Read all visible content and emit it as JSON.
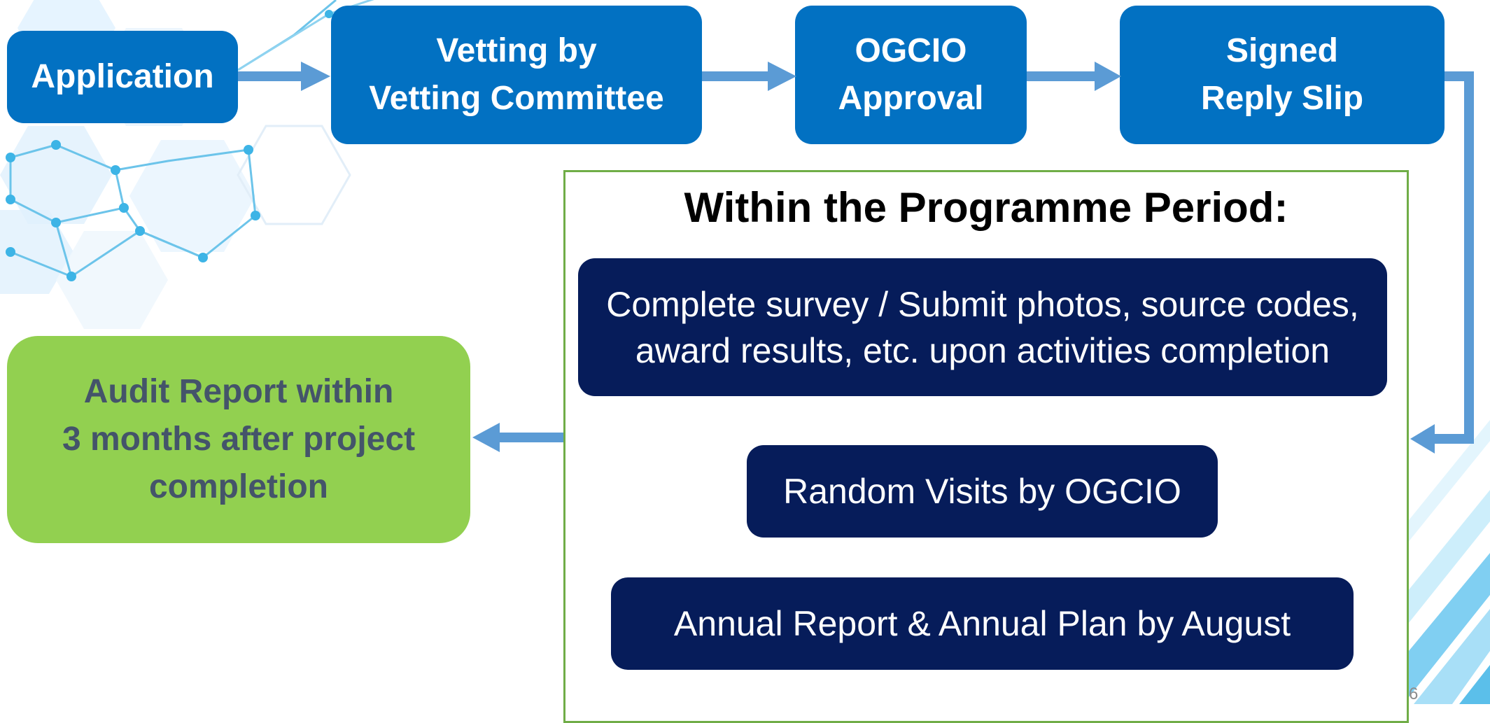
{
  "flow": {
    "application": "Application",
    "vetting": [
      "Vetting by",
      "Vetting Committee"
    ],
    "ogcio_approval": [
      "OGCIO",
      "Approval"
    ],
    "signed_reply": [
      "Signed",
      "Reply Slip"
    ]
  },
  "programme_period": {
    "title": "Within the Programme Period:",
    "items": [
      [
        "Complete survey / Submit photos, source codes,",
        "award results, etc. upon activities completion"
      ],
      [
        "Random Visits by OGCIO"
      ],
      [
        "Annual Report & Annual Plan by August"
      ]
    ]
  },
  "audit": [
    "Audit Report within",
    "3 months after project",
    "completion"
  ],
  "page_number": "6",
  "colors": {
    "top_box": "#0271c2",
    "navy_box": "#061c5a",
    "audit_box": "#92d050",
    "audit_text": "#44546a",
    "arrow": "#5b9bd5",
    "frame": "#70ad47"
  }
}
